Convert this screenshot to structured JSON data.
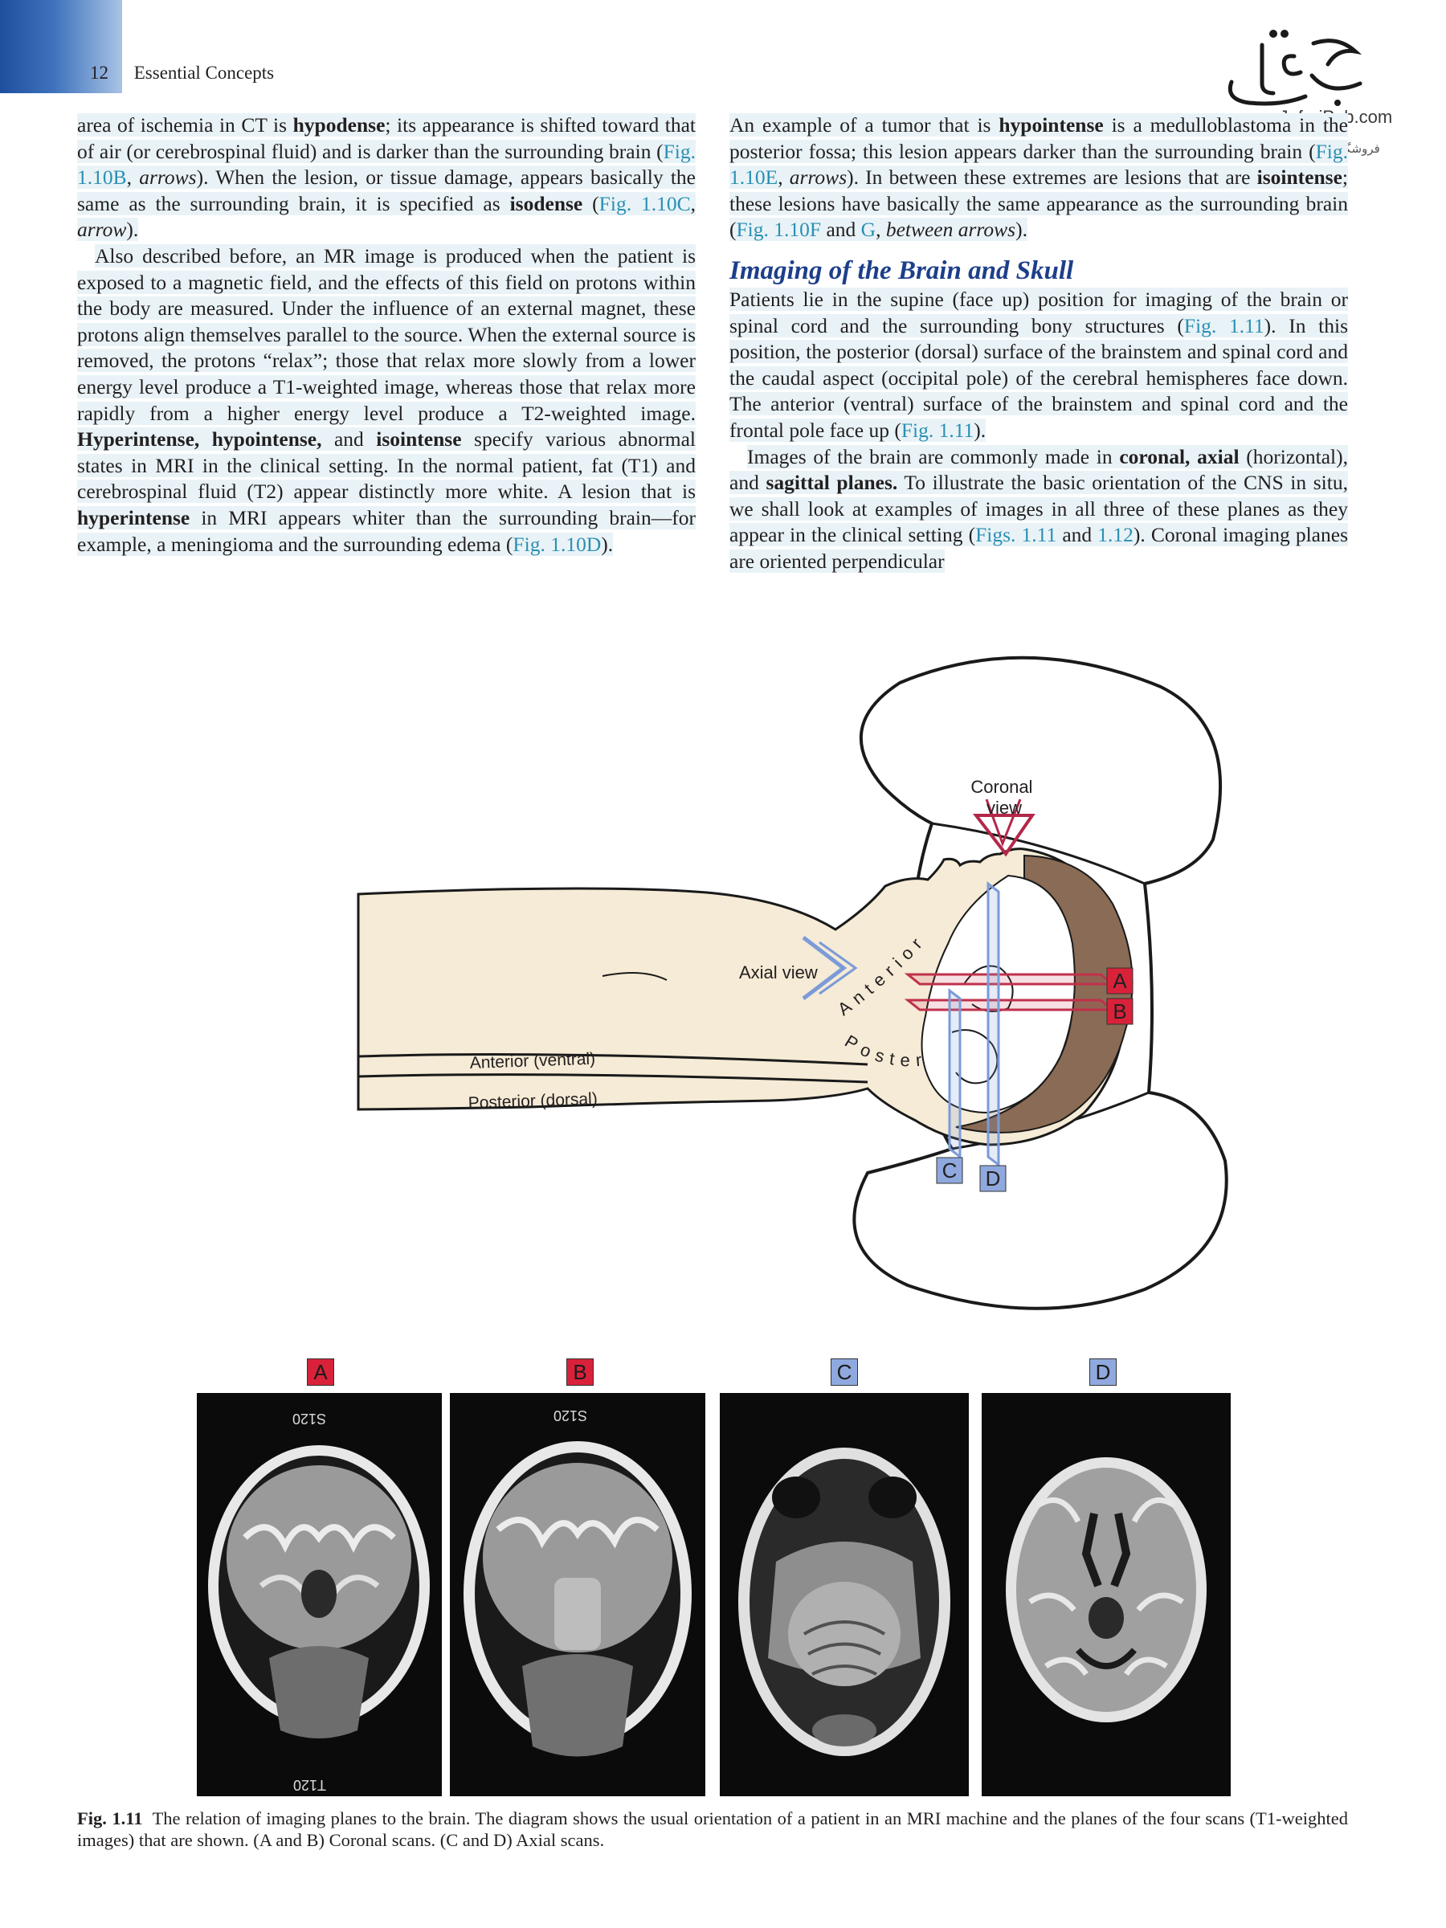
{
  "header": {
    "page_number": "12",
    "section": "Essential Concepts"
  },
  "publisher": {
    "url": "www.JafariPub.com",
    "tagline": "فروشگاه تخصصی کتاب های پزشکی"
  },
  "left_column": {
    "p1": [
      {
        "t": "area of ischemia in CT is "
      },
      {
        "t": "hypodense",
        "b": true
      },
      {
        "t": "; its appearance is shifted toward that of air (or cerebrospinal fluid) and is darker than the surrounding brain ("
      },
      {
        "t": "Fig. 1.10B",
        "ref": true
      },
      {
        "t": ", "
      },
      {
        "t": "arrows",
        "i": true
      },
      {
        "t": "). When the lesion, or tissue damage, appears basically the same as the surrounding brain, it is specified as "
      },
      {
        "t": "isodense",
        "b": true
      },
      {
        "t": " ("
      },
      {
        "t": "Fig. 1.10C",
        "ref": true
      },
      {
        "t": ", "
      },
      {
        "t": "arrow",
        "i": true
      },
      {
        "t": ")."
      }
    ],
    "p2": [
      {
        "t": "Also described before, an MR image is produced when the patient is exposed to a magnetic field, and the effects of this field on protons within the body are measured. Under the influence of an external magnet, these protons align themselves parallel to the source. When the external source is removed, the protons “relax”; those that relax more slowly from a lower energy level produce a T1-weighted image, whereas those that relax more rapidly from a higher energy level produce a T2-weighted image. "
      },
      {
        "t": "Hyperintense, hypointense,",
        "b": true
      },
      {
        "t": " and "
      },
      {
        "t": "isointense",
        "b": true
      },
      {
        "t": " specify various abnormal states in MRI in the clinical setting. In the normal patient, fat (T1) and cerebrospinal fluid (T2) appear distinctly more white. A lesion that is "
      },
      {
        "t": "hyperintense",
        "b": true
      },
      {
        "t": " in MRI appears whiter than the surrounding brain—for example, a meningioma and the surrounding edema ("
      },
      {
        "t": "Fig. 1.10D",
        "ref": true
      },
      {
        "t": ")."
      }
    ]
  },
  "right_column": {
    "p1": [
      {
        "t": "An example of a tumor that is "
      },
      {
        "t": "hypointense",
        "b": true
      },
      {
        "t": " is a medulloblastoma in the posterior fossa; this lesion appears darker than the surrounding brain ("
      },
      {
        "t": "Fig. 1.10E",
        "ref": true
      },
      {
        "t": ", "
      },
      {
        "t": "arrows",
        "i": true
      },
      {
        "t": "). In between these extremes are lesions that are "
      },
      {
        "t": "isointense",
        "b": true
      },
      {
        "t": "; these lesions have basically the same appearance as the surrounding brain ("
      },
      {
        "t": "Fig. 1.10F",
        "ref": true
      },
      {
        "t": " and "
      },
      {
        "t": "G",
        "ref": true
      },
      {
        "t": ", "
      },
      {
        "t": "between arrows",
        "i": true
      },
      {
        "t": ")."
      }
    ],
    "heading": "Imaging of the Brain and Skull",
    "p2": [
      {
        "t": "Patients lie in the supine (face up) position for imaging of the brain or spinal cord and the surrounding bony structures ("
      },
      {
        "t": "Fig. 1.11",
        "ref": true
      },
      {
        "t": "). In this position, the posterior (dorsal) surface of the brainstem and spinal cord and the caudal aspect (occipital pole) of the cerebral hemispheres face down. The anterior (ventral) surface of the brainstem and spinal cord and the frontal pole face up ("
      },
      {
        "t": "Fig. 1.11",
        "ref": true
      },
      {
        "t": ")."
      }
    ],
    "p3": [
      {
        "t": "Images of the brain are commonly made in "
      },
      {
        "t": "coronal, axial",
        "b": true
      },
      {
        "t": " (horizontal), and "
      },
      {
        "t": "sagittal planes.",
        "b": true
      },
      {
        "t": " To illustrate the basic orientation of the CNS in situ, we shall look at examples of images in all three of these planes as they appear in the clinical setting ("
      },
      {
        "t": "Figs. 1.11",
        "ref": true
      },
      {
        "t": " and "
      },
      {
        "t": "1.12",
        "ref": true
      },
      {
        "t": "). Coronal imaging planes are oriented perpendicular"
      }
    ]
  },
  "diagram": {
    "coronal_view_label": [
      "Coronal",
      "view"
    ],
    "axial_view_label": "Axial view",
    "anterior_curved": "Anterior",
    "posterior_curved": "Posterior",
    "anterior_ventral": "Anterior (ventral)",
    "posterior_dorsal": "Posterior (dorsal)",
    "plane_labels": [
      "A",
      "B",
      "C",
      "D"
    ],
    "colors": {
      "red_plane": "#c0304a",
      "blue_plane": "#7b9bd8",
      "skin": "#f5ebd6",
      "skull": "#8a6b55"
    }
  },
  "scans": {
    "labels": [
      "A",
      "B",
      "C",
      "D"
    ],
    "overlays": {
      "A_top": "S120",
      "A_bottom": "T120",
      "B_top": "S120"
    }
  },
  "caption": {
    "figure_number": "Fig. 1.11",
    "text": "The relation of imaging planes to the brain. The diagram shows the usual orientation of a patient in an MRI machine and the planes of the four scans (T1-weighted images) that are shown. (A and B) Coronal scans. (C and D) Axial scans."
  }
}
